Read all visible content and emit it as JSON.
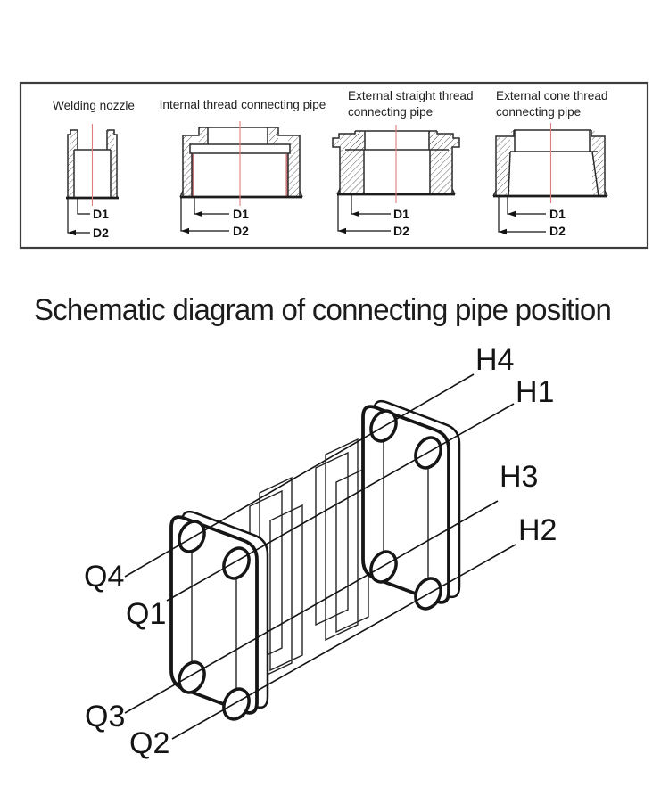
{
  "panel": {
    "border_color": "#3d3d3d",
    "figures": [
      {
        "title_lines": [
          "Welding nozzle"
        ],
        "d1": "D1",
        "d2": "D2"
      },
      {
        "title_lines": [
          "Internal thread connecting pipe"
        ],
        "d1": "D1",
        "d2": "D2"
      },
      {
        "title_lines": [
          "External straight thread",
          "connecting pipe"
        ],
        "d1": "D1",
        "d2": "D2"
      },
      {
        "title_lines": [
          "External cone thread",
          "connecting pipe"
        ],
        "d1": "D1",
        "d2": "D2"
      }
    ]
  },
  "heading": {
    "text": "Schematic diagram of connecting pipe position"
  },
  "diagram": {
    "labels": {
      "h1": "H1",
      "h2": "H2",
      "h3": "H3",
      "h4": "H4",
      "q1": "Q1",
      "q2": "Q2",
      "q3": "Q3",
      "q4": "Q4"
    }
  },
  "colors": {
    "outline": "#2b2b2b",
    "hatch": "#4d4d4d",
    "centerline": "#e07d7d",
    "thread_red": "#c87a7a",
    "diagram_line": "#141414",
    "panel_border": "#3d3d3d",
    "background": "#ffffff"
  }
}
